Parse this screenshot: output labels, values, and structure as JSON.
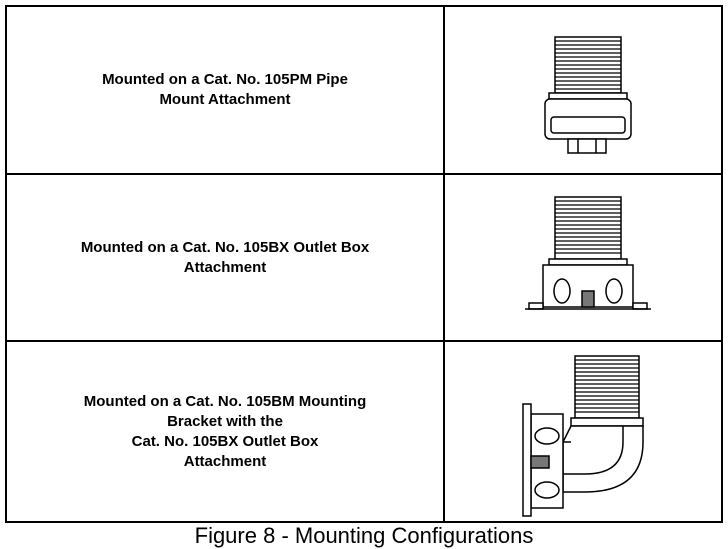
{
  "rows": [
    {
      "label": "Mounted on a Cat. No. 105PM Pipe\nMount Attachment",
      "figure_icon": "beacon-pipe-mount-icon"
    },
    {
      "label": "Mounted on a Cat. No. 105BX Outlet Box\nAttachment",
      "figure_icon": "beacon-outlet-box-icon"
    },
    {
      "label": "Mounted on a Cat. No. 105BM Mounting\nBracket with the\nCat. No. 105BX Outlet Box\nAttachment",
      "figure_icon": "beacon-bracket-mount-icon"
    }
  ],
  "caption": "Figure 8 - Mounting Configurations"
}
